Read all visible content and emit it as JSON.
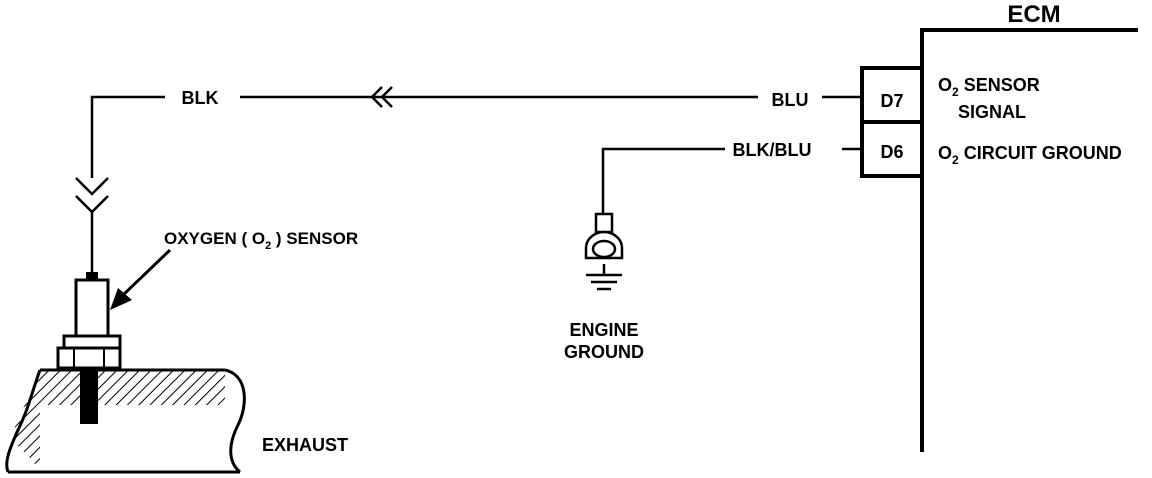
{
  "ecm": {
    "title": "ECM",
    "pins": [
      {
        "id": "D7",
        "desc_line1": "O2 SENSOR",
        "desc_line2": "SIGNAL",
        "wire": "BLU"
      },
      {
        "id": "D6",
        "desc_line1": "O2 CIRCUIT GROUND",
        "wire": "BLK/BLU"
      }
    ]
  },
  "sensor": {
    "label": "OXYGEN ( O2 ) SENSOR",
    "wire": "BLK"
  },
  "ground": {
    "line1": "ENGINE",
    "line2": "GROUND"
  },
  "exhaust": {
    "label": "EXHAUST"
  }
}
